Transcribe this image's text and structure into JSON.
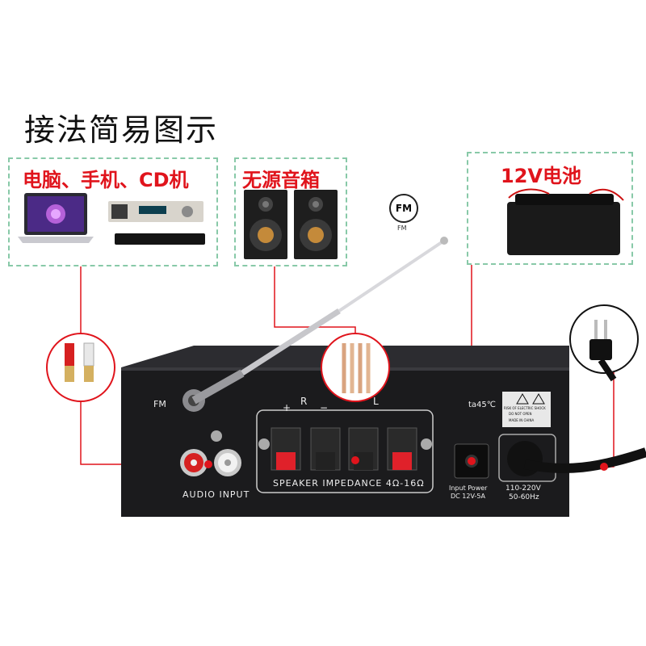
{
  "heading": "接法简易图示",
  "sources_box": {
    "title": "电脑、手机、CD机"
  },
  "speakers_box": {
    "title": "无源音箱"
  },
  "battery_box": {
    "title": "12V电池"
  },
  "fm_badge": {
    "label": "FM",
    "sub": "FM"
  },
  "amplifier": {
    "fm_label": "FM",
    "channel_r": "R",
    "channel_l": "L",
    "plus": "+",
    "minus": "−",
    "impedance_label": "SPEAKER  IMPEDANCE  4Ω-16Ω",
    "audio_input_label": "AUDIO  INPUT",
    "temp_label": "ta45℃",
    "power_label_1": "Input Power",
    "power_label_2": "DC 12V-5A",
    "mains_label_1": "110-220V",
    "mains_label_2": "50-60Hz",
    "warning_1": "RISK OF ELECTRIC SHOCK",
    "warning_2": "DO NOT OPEN",
    "made_in": "MADE IN CHINA"
  },
  "colors": {
    "accent_red": "#e0141c",
    "dashed_green": "#88c9a8",
    "chassis": "#1b1b1d"
  }
}
